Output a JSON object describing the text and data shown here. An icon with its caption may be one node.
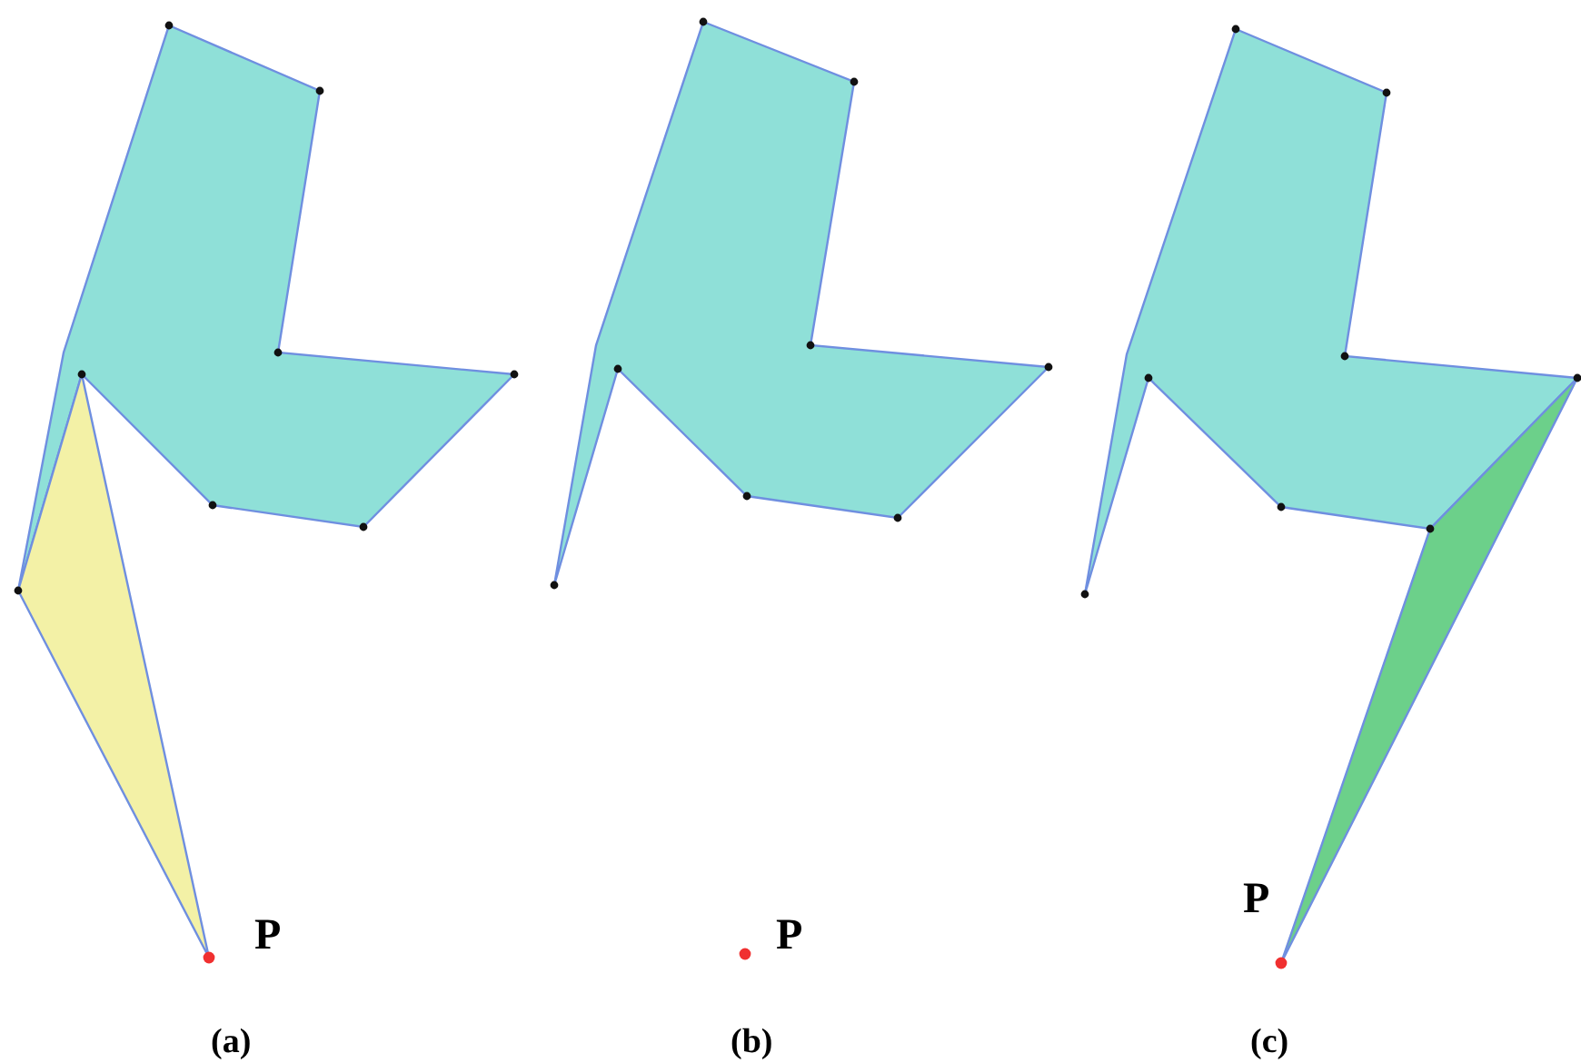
{
  "diagram": {
    "labels": [
      "P",
      "P",
      "P",
      "(a)",
      "(b)",
      "(c)"
    ]
  }
}
